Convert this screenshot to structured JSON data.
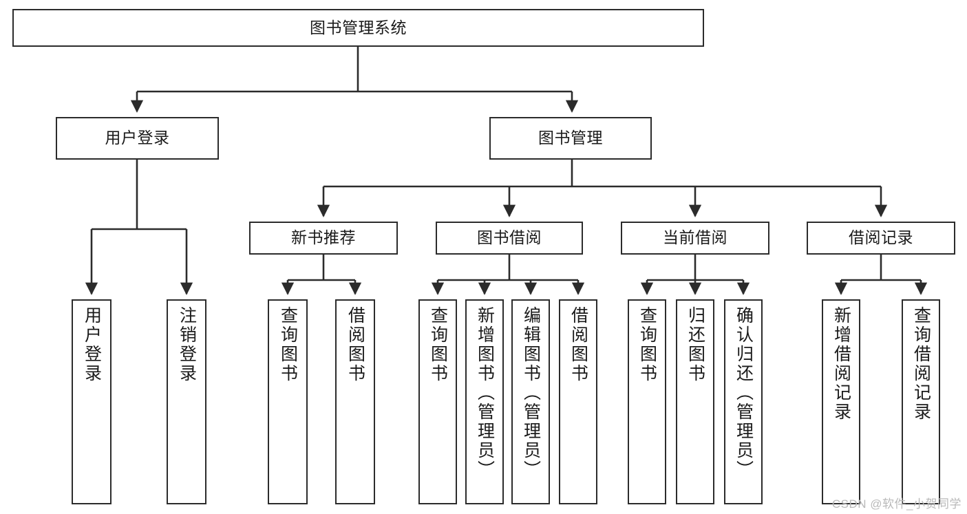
{
  "diagram": {
    "title": "图书管理系统",
    "type": "hierarchy-tree",
    "stroke_color": "#2b2b2b",
    "fill_color": "#ffffff",
    "text_color": "#1a1a1a"
  },
  "root": {
    "label": "图书管理系统"
  },
  "level2": [
    {
      "label": "用户登录"
    },
    {
      "label": "图书管理"
    }
  ],
  "level3": [
    {
      "label": "新书推荐"
    },
    {
      "label": "图书借阅"
    },
    {
      "label": "当前借阅"
    },
    {
      "label": "借阅记录"
    }
  ],
  "leaves": {
    "user_login": [
      {
        "label": "用户登录"
      },
      {
        "label": "注销登录"
      }
    ],
    "new_book_recommend": [
      {
        "label": "查询图书"
      },
      {
        "label": "借阅图书"
      }
    ],
    "book_borrow": [
      {
        "label": "查询图书"
      },
      {
        "label": "新增图书（管理员）"
      },
      {
        "label": "编辑图书（管理员）"
      },
      {
        "label": "借阅图书"
      }
    ],
    "current_borrow": [
      {
        "label": "查询图书"
      },
      {
        "label": "归还图书"
      },
      {
        "label": "确认归还（管理员）"
      }
    ],
    "borrow_records": [
      {
        "label": "新增借阅记录"
      },
      {
        "label": "查询借阅记录"
      }
    ]
  },
  "watermark": {
    "text": "CSDN @软件_小贺同学"
  }
}
